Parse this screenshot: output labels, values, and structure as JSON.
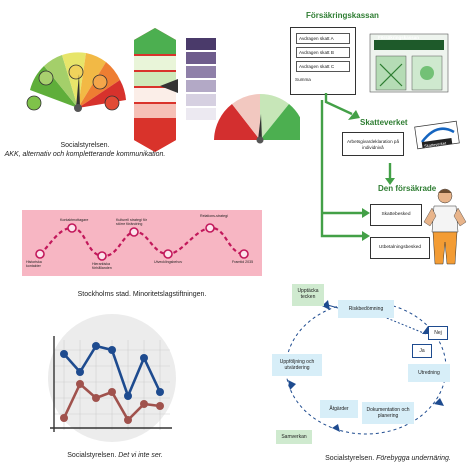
{
  "panel1": {
    "caption_line1": "Socialstyrelsen.",
    "caption_line2": "AKK, alternativ och kompletterande kommunikation."
  },
  "panel2": {
    "title": "Försäkringskassan",
    "boxes": [
      "Avdragen skatt A",
      "Avdragen skatt B",
      "Avdragen skatt C"
    ],
    "summa": "Summa",
    "sign_text": "Försäkringskassan",
    "skatteverket_title": "Skatteverket",
    "skatteverket_box": "Arbetsgivardeklaration på individnivå",
    "skatteverket_sign": "Skatteverket",
    "forsakrade_title": "Den försäkrade",
    "skattebesked": "Skattebesked",
    "utbetalningsbesked": "Utbetalningsbesked"
  },
  "panel3": {
    "labels_top": [
      "Kontaktmottagare",
      "Kulturell strategi för större förändring",
      "Relations-strategi"
    ],
    "labels_bottom": [
      "Historiska kontakter",
      "Hierarkiska förhållanden",
      "Utvecklingsbehov",
      "Framtid 2035"
    ],
    "caption": "Stockholms stad. Minoritetslagstiftningen."
  },
  "panel4": {
    "caption_normal": "Socialstyrelsen.",
    "caption_italic": "Det vi inte ser."
  },
  "panel5": {
    "upptacka": "Upptäcka tecken",
    "riskbedomning": "Riskbedömning",
    "nej": "Nej",
    "ja": "Ja",
    "utredning": "Utredning",
    "dokumentation": "Dokumentation och planering",
    "atgarder": "Åtgärder",
    "uppfoljning": "Uppföljning och utvärdering",
    "samverkan": "Samverkan",
    "caption_normal": "Socialstyrelsen.",
    "caption_italic": "Förebygga undernäring."
  },
  "colors": {
    "green": "#4caf50",
    "red": "#d32f2f",
    "pink_band": "#f7b6c3",
    "magenta": "#c2185b",
    "navy": "#1e4b8f",
    "brown": "#a0524d",
    "light_blue": "#d7eef8",
    "light_green": "#cfeacf"
  }
}
